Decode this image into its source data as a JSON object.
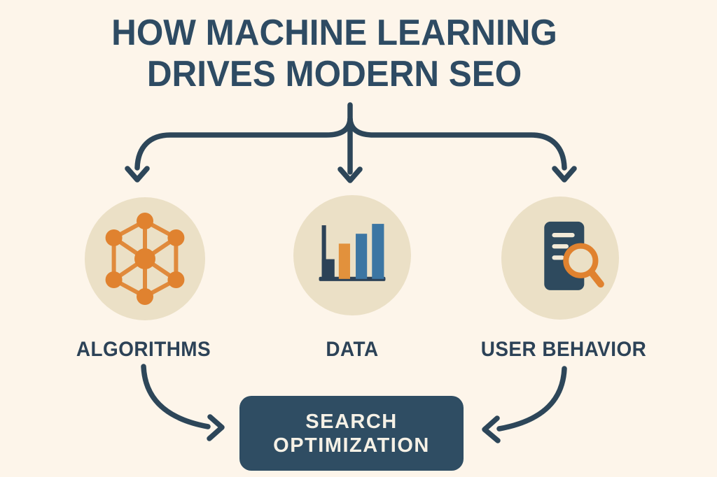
{
  "title": {
    "line1": "HOW MACHINE LEARNING",
    "line2": "DRIVES MODERN SEO"
  },
  "branches": [
    {
      "label": "ALGORITHMS",
      "icon": "network-graph-icon"
    },
    {
      "label": "DATA",
      "icon": "bar-chart-icon"
    },
    {
      "label": "USER BEHAVIOR",
      "icon": "document-magnifier-icon"
    }
  ],
  "result": {
    "line1": "SEARCH",
    "line2": "OPTIMIZATION"
  },
  "colors": {
    "background": "#fdf5ea",
    "navy": "#2d4659",
    "title_navy": "#2e4b63",
    "box_navy": "#2f4d63",
    "box_text": "#f6f1e6",
    "orange": "#e0822f",
    "blue": "#3c76a3",
    "circle_beige": "#ebe0c6",
    "doc_line_cream": "#f2ead8"
  }
}
